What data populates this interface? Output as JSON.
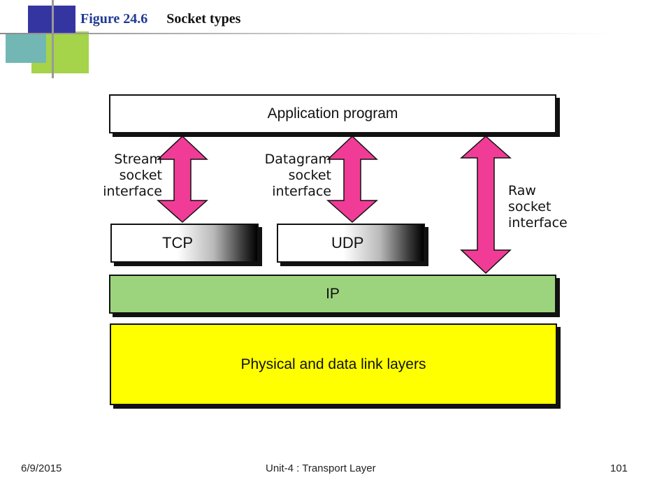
{
  "header": {
    "figure_label": "Figure 24.6",
    "caption": "Socket types"
  },
  "diagram": {
    "application": "Application program",
    "tcp": "TCP",
    "udp": "UDP",
    "ip": "IP",
    "physical": "Physical and data link layers",
    "stream_label": [
      "Stream",
      "socket",
      "interface"
    ],
    "datagram_label": [
      "Datagram",
      "socket",
      "interface"
    ],
    "raw_label": [
      "Raw",
      "socket",
      "interface"
    ],
    "colors": {
      "arrow": "#f03c96",
      "ip_fill": "#9cd47e",
      "physical_fill": "#ffff00",
      "accent_blue": "#3333a0",
      "accent_teal": "#6fb3b3",
      "accent_green": "#9ed23c"
    }
  },
  "footer": {
    "date": "6/9/2015",
    "center": "Unit-4 : Transport Layer",
    "page": "101"
  }
}
